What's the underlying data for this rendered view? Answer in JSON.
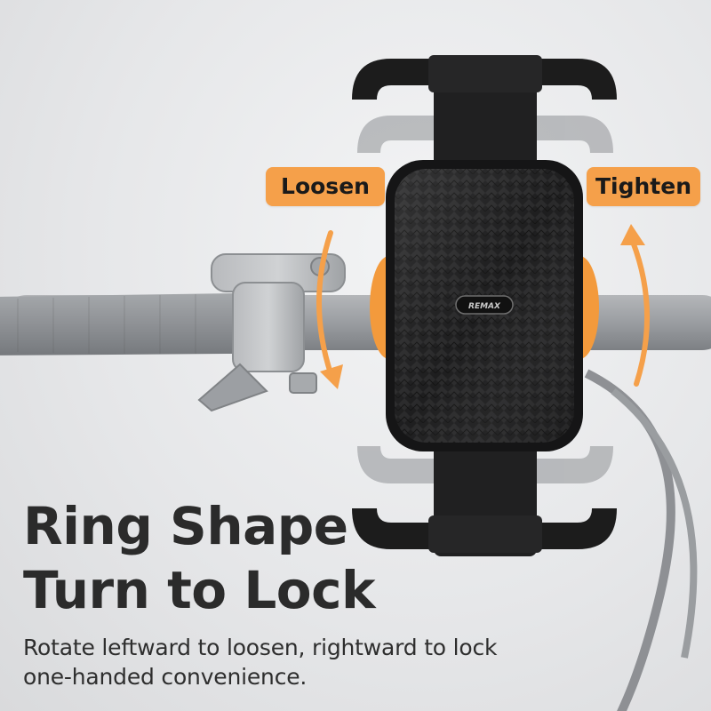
{
  "labels": {
    "loosen": "Loosen",
    "tighten": "Tighten"
  },
  "headline": {
    "line1": "Ring Shape",
    "line2": "Turn to Lock"
  },
  "description": {
    "line1": "Rotate leftward to loosen, rightward to lock",
    "line2": "one-handed convenience."
  },
  "logo": {
    "brand": "REMAX"
  },
  "colors": {
    "accent": "#f5a04a",
    "knob": "#f39a3c",
    "holder": "#1c1c1c",
    "ghost_arm": "#8f9296",
    "text": "#2b2b2b"
  },
  "icons": {
    "loosen_arrow": "curved-arrow-down-icon",
    "tighten_arrow": "curved-arrow-up-icon"
  }
}
